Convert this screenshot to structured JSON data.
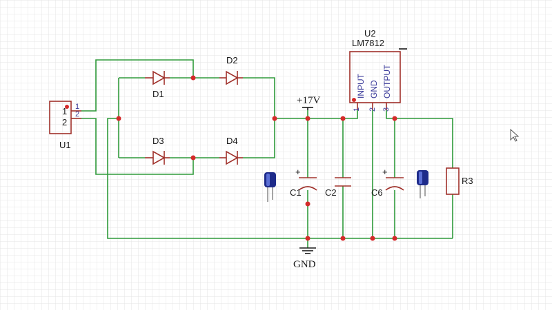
{
  "components": {
    "u1": {
      "ref": "U1",
      "pin1": "1",
      "pin2": "2"
    },
    "u2": {
      "ref": "U2",
      "value": "LM7812",
      "pin1": "1",
      "pin2": "2",
      "pin3": "3",
      "pin1_name": "INPUT",
      "pin2_name": "GND",
      "pin3_name": "OUTPUT"
    },
    "d1": {
      "ref": "D1"
    },
    "d2": {
      "ref": "D2"
    },
    "d3": {
      "ref": "D3"
    },
    "d4": {
      "ref": "D4"
    },
    "c1": {
      "ref": "C1"
    },
    "c2": {
      "ref": "C2"
    },
    "c6": {
      "ref": "C6"
    },
    "r3": {
      "ref": "R3"
    }
  },
  "nets": {
    "vin": "+17V",
    "gnd": "GND"
  },
  "colors": {
    "wire": "#2e9a3a",
    "part": "#a0302a",
    "junction": "#d42a2a",
    "pin_text": "#3a3a9a",
    "grid": "#e4e4e4"
  }
}
